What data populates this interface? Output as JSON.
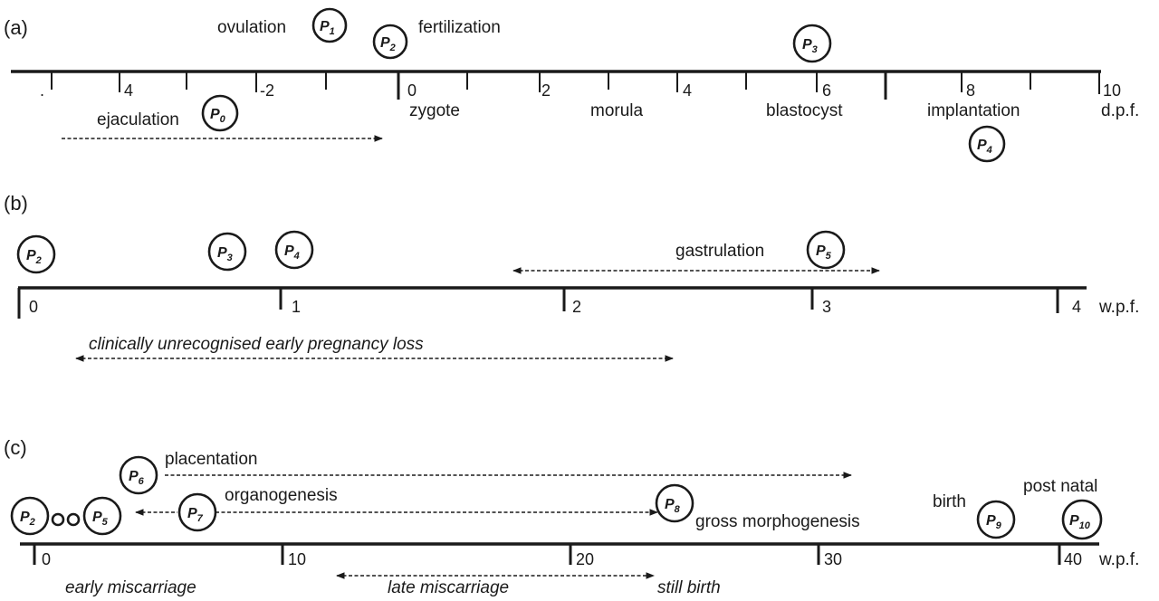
{
  "panels": {
    "a": {
      "label": "(a)",
      "unit": "d.p.f.",
      "ticks": [
        ".",
        "4",
        "-2",
        "0",
        "2",
        "4",
        "6",
        "8",
        "10"
      ],
      "events": {
        "ovulation": "ovulation",
        "fertilization": "fertilization",
        "ejaculation": "ejaculation",
        "zygote": "zygote",
        "morula": "morula",
        "blastocyst": "blastocyst",
        "implantation": "implantation"
      },
      "points": {
        "p0": "0",
        "p1": "1",
        "p2": "2",
        "p3": "3",
        "p4": "4"
      }
    },
    "b": {
      "label": "(b)",
      "unit": "w.p.f.",
      "ticks": [
        "0",
        "1",
        "2",
        "3",
        "4"
      ],
      "events": {
        "gastrulation": "gastrulation",
        "early_loss": "clinically unrecognised early pregnancy loss"
      },
      "points": {
        "p2": "2",
        "p3": "3",
        "p4": "4",
        "p5": "5"
      }
    },
    "c": {
      "label": "(c)",
      "unit": "w.p.f.",
      "ticks": [
        "0",
        "10",
        "20",
        "30",
        "40"
      ],
      "events": {
        "placentation": "placentation",
        "organogenesis": "organogenesis",
        "gross_morphogenesis": "gross morphogenesis",
        "birth": "birth",
        "post_natal": "post natal",
        "early_miscarriage": "early miscarriage",
        "late_miscarriage": "late miscarriage",
        "still_birth": "still birth"
      },
      "points": {
        "p2": "2",
        "p5": "5",
        "p6": "6",
        "p7": "7",
        "p8": "8",
        "p9": "9",
        "p10": "10"
      }
    }
  },
  "phase_letter": "P"
}
